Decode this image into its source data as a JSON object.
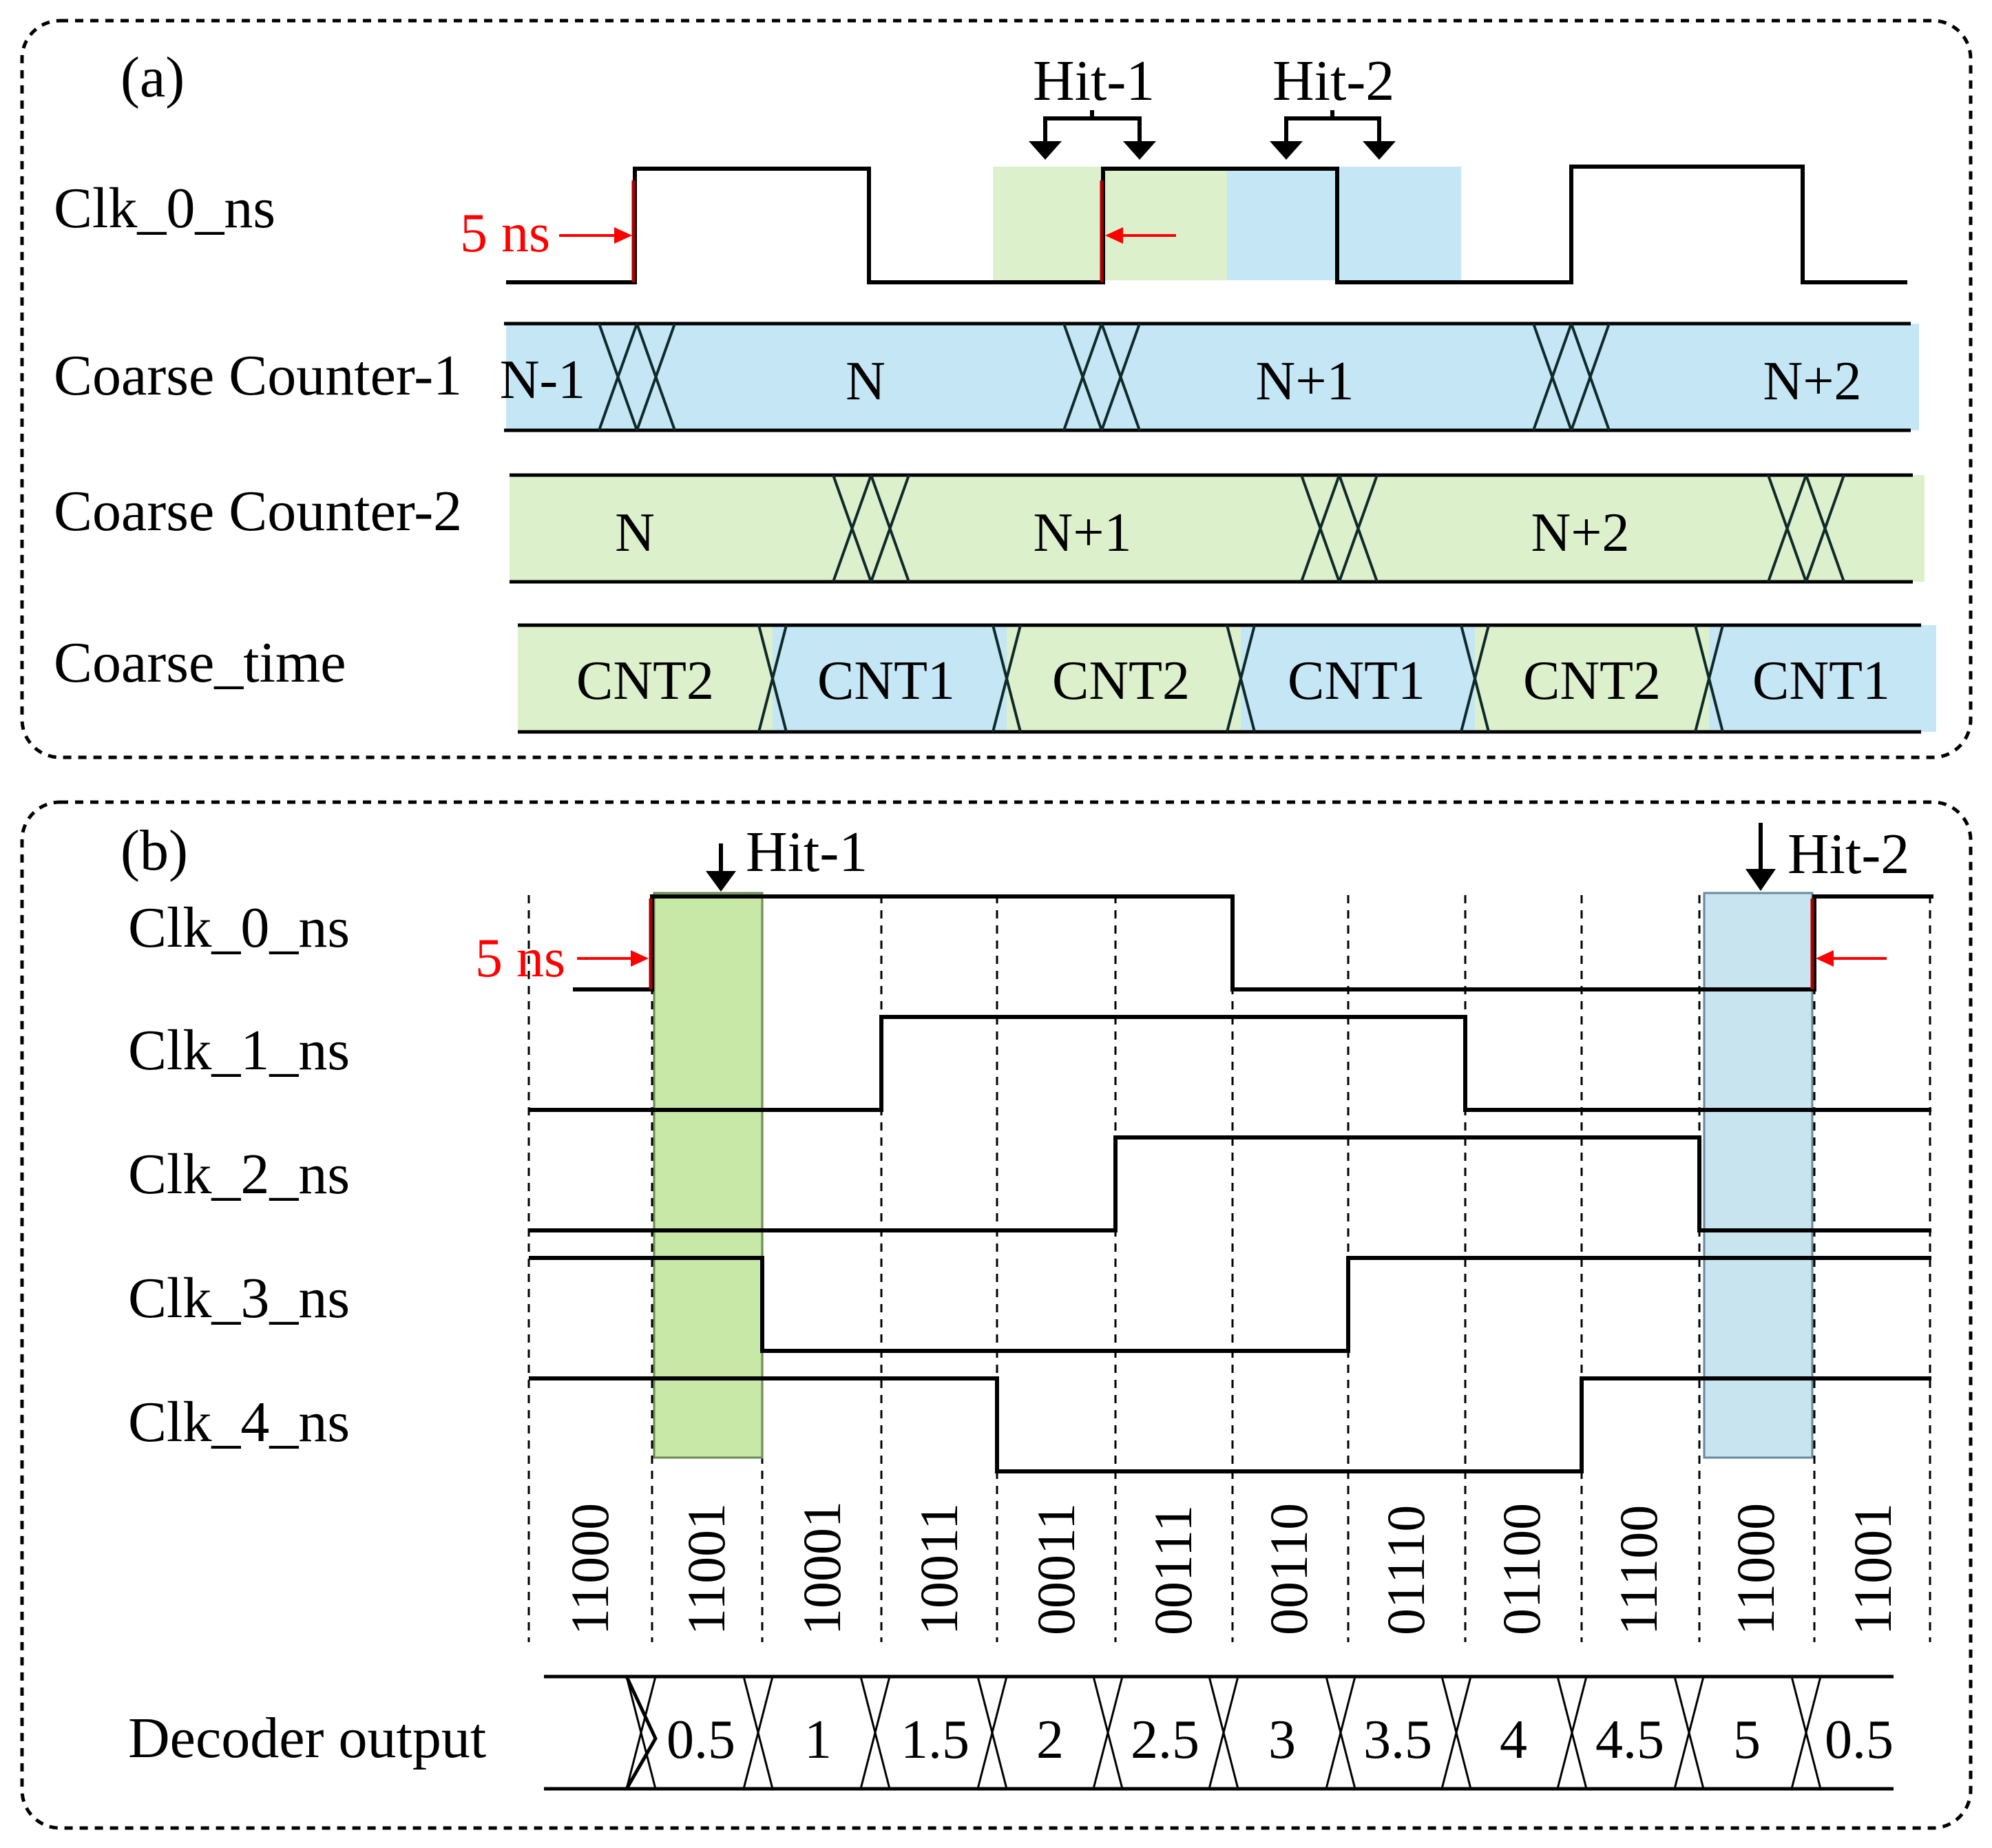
{
  "panel_a": {
    "label": "(a)",
    "hits": [
      "Hit-1",
      "Hit-2"
    ],
    "five_ns": "5 ns",
    "signals": [
      "Clk_0_ns",
      "Coarse Counter-1",
      "Coarse Counter-2",
      "Coarse_time"
    ],
    "counter1": [
      "N-1",
      "N",
      "N+1",
      "N+2"
    ],
    "counter2": [
      "N",
      "N+1",
      "N+2"
    ],
    "coarse_time": [
      "CNT2",
      "CNT1",
      "CNT2",
      "CNT1",
      "CNT2",
      "CNT1"
    ]
  },
  "panel_b": {
    "label": "(b)",
    "hits": [
      "Hit-1",
      "Hit-2"
    ],
    "five_ns": "5 ns",
    "signals": [
      "Clk_0_ns",
      "Clk_1_ns",
      "Clk_2_ns",
      "Clk_3_ns",
      "Clk_4_ns"
    ],
    "codes": [
      "11000",
      "11001",
      "10001",
      "10011",
      "00011",
      "00111",
      "00110",
      "01110",
      "01100",
      "11100",
      "11000",
      "11001"
    ],
    "decoder_label": "Decoder output",
    "decoder_values": [
      "0.5",
      "1",
      "1.5",
      "2",
      "2.5",
      "3",
      "3.5",
      "4",
      "4.5",
      "5",
      "0.5"
    ]
  },
  "colors": {
    "green": "#dcf0cc",
    "blue": "#c4e6f5",
    "green_b": "#c8e8a8",
    "blue_b": "#c8e4ee",
    "red": "#ff0000"
  }
}
